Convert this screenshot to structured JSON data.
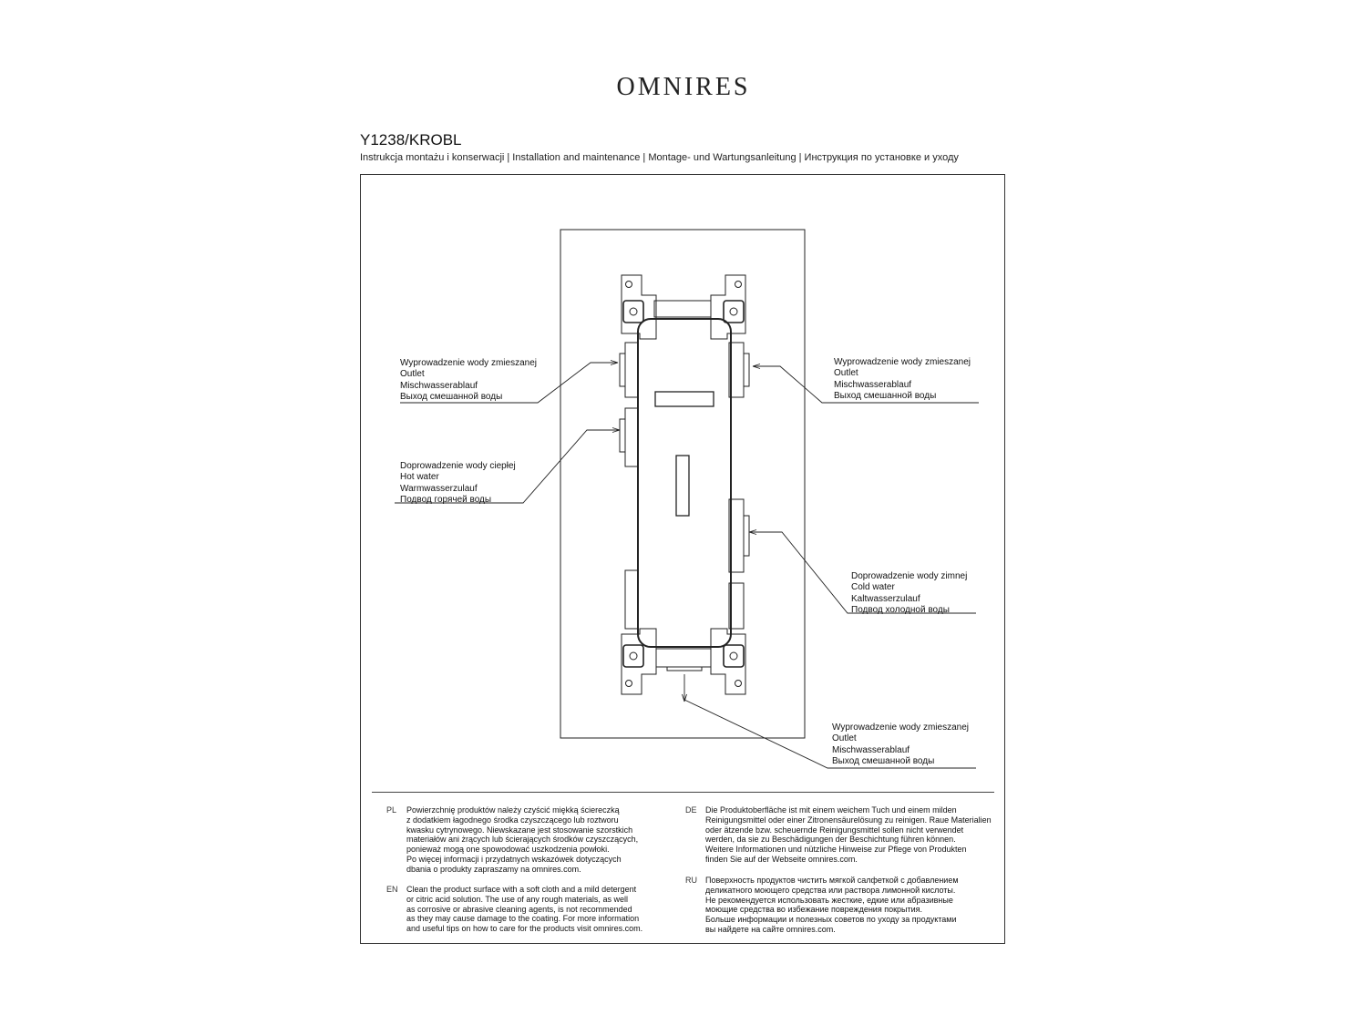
{
  "brand": "OMNIRES",
  "model": "Y1238/KROBL",
  "subtitle": "Instrukcja montażu i konserwacji | Installation and maintenance | Montage- und Wartungsanleitung | Инструкция по установке и уходу",
  "labels": {
    "outlet_left": {
      "pl": "Wyprowadzenie wody zmieszanej",
      "en": "Outlet",
      "de": "Mischwasserablauf",
      "ru": "Выход смешанной воды"
    },
    "outlet_right": {
      "pl": "Wyprowadzenie wody zmieszanej",
      "en": "Outlet",
      "de": "Mischwasserablauf",
      "ru": "Выход смешанной воды"
    },
    "hot_water": {
      "pl": "Doprowadzenie wody ciepłej",
      "en": "Hot water",
      "de": "Warmwasserzulauf",
      "ru": "Подвод горячей воды"
    },
    "cold_water": {
      "pl": "Doprowadzenie wody zimnej",
      "en": "Cold water",
      "de": "Kaltwasserzulauf",
      "ru": "Подвод холодной воды"
    },
    "outlet_bottom": {
      "pl": "Wyprowadzenie wody zmieszanej",
      "en": "Outlet",
      "de": "Mischwasserablauf",
      "ru": "Выход смешанной воды"
    }
  },
  "care": {
    "pl": {
      "code": "PL",
      "text": "Powierzchnię produktów należy czyścić miękką ściereczką\nz dodatkiem łagodnego środka czyszczącego lub roztworu\nkwasku cytrynowego. Niewskazane jest stosowanie szorstkich\nmateriałów ani żrących lub ścierających środków czyszczących,\nponieważ mogą one spowodować uszkodzenia powłoki.\nPo więcej informacji i przydatnych wskazówek dotyczących\ndbania o produkty zapraszamy na omnires.com."
    },
    "en": {
      "code": "EN",
      "text": "Clean the product surface with a soft cloth and a mild detergent\nor citric acid solution. The use of any rough materials, as well\nas corrosive or abrasive cleaning agents, is not recommended\nas they may cause damage to the coating. For more information\nand useful tips on how to care for the products visit omnires.com."
    },
    "de": {
      "code": "DE",
      "text": "Die Produktoberfläche ist mit einem weichem Tuch und einem milden\nReinigungsmittel oder einer Zitronensäurelösung zu reinigen. Raue Materialien\noder ätzende bzw. scheuernde Reinigungsmittel sollen nicht verwendet\nwerden, da sie zu Beschädigungen der Beschichtung führen können.\nWeitere Informationen und nützliche Hinweise zur Pflege von Produkten\nfinden Sie auf der Webseite omnires.com."
    },
    "ru": {
      "code": "RU",
      "text": "Поверхность продуктов чистить мягкой салфеткой с добавлением\nделикатного моющего средства или раствора лимонной кислоты.\nНе рекомендуется использовать жесткие, едкие или абразивные\nмоющие средства во избежание повреждения покрытия.\nБольше информации и полезных советов по уходу за продуктами\nвы найдете на сайте omnires.com."
    }
  }
}
